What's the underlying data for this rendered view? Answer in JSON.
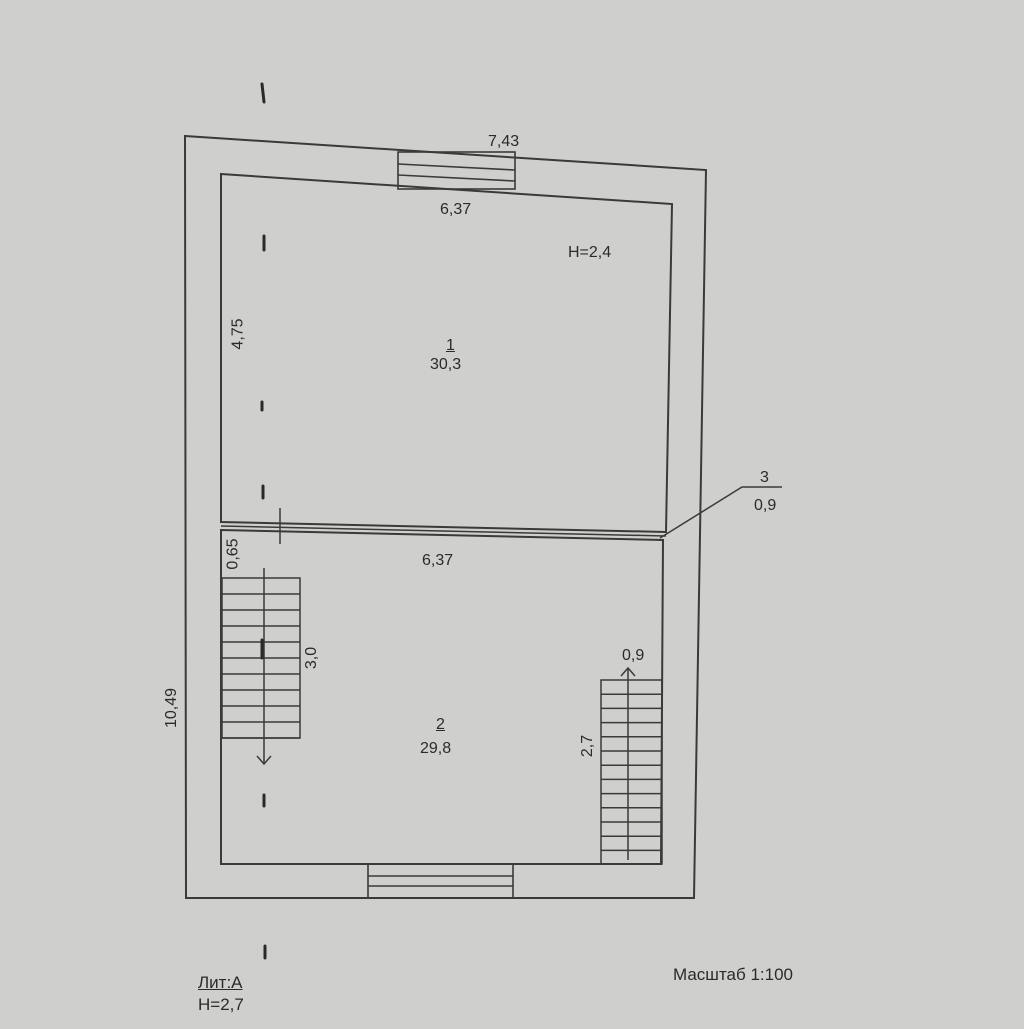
{
  "plan": {
    "overall_width": "7,43",
    "overall_length": "10,49",
    "room1": {
      "number": "1",
      "area": "30,3",
      "width": "6,37",
      "length": "4,75",
      "height": "H=2,4"
    },
    "room2": {
      "number": "2",
      "area": "29,8",
      "width": "6,37",
      "offset": "0,65"
    },
    "room3": {
      "number": "3",
      "area": "0,9"
    },
    "stair_left": {
      "length": "3,0"
    },
    "stair_right": {
      "width": "0,9",
      "length": "2,7"
    }
  },
  "footer": {
    "liter": "Лит:А",
    "building_height": "H=2,7",
    "scale": "Масштаб 1:100"
  },
  "colors": {
    "paper": "#cfcfcd",
    "ink": "#2b2b2b"
  }
}
